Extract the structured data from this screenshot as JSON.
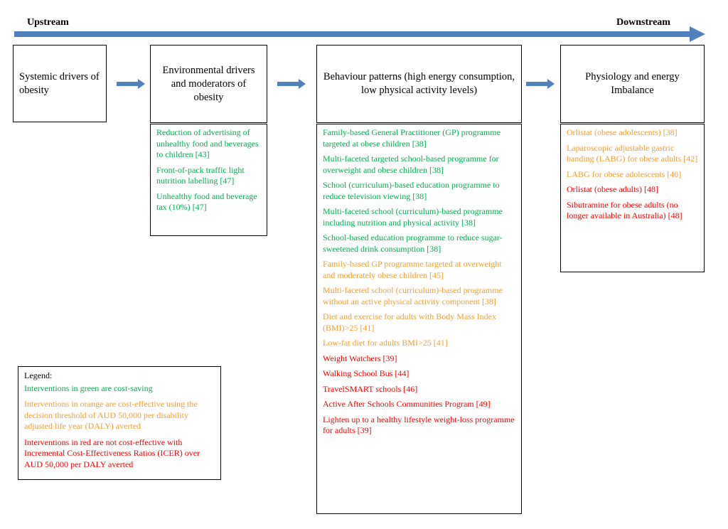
{
  "flow": {
    "upstream_label": "Upstream",
    "downstream_label": "Downstream"
  },
  "boxes": [
    {
      "heading": "Systemic drivers of obesity",
      "items": []
    },
    {
      "heading": "Environmental drivers and moderators of obesity",
      "items": [
        {
          "text": "Reduction of advertising of unhealthy food and beverages to children [43]",
          "color": "green"
        },
        {
          "text": "Front-of-pack traffic light nutrition labelling [47]",
          "color": "green"
        },
        {
          "text": "Unhealthy food and beverage tax (10%) [47]",
          "color": "green"
        }
      ]
    },
    {
      "heading": "Behaviour patterns (high energy consumption, low physical activity levels)",
      "items": [
        {
          "text": "Family-based General Practitioner (GP) programme targeted at obese children [38]",
          "color": "green"
        },
        {
          "text": "Multi-faceted targeted school-based programme for overweight and obese children [38]",
          "color": "green"
        },
        {
          "text": "School (curriculum)-based education programme to reduce television viewing [38]",
          "color": "green"
        },
        {
          "text": "Multi-faceted school (curriculum)-based programme including nutrition and physical activity [38]",
          "color": "green"
        },
        {
          "text": "School-based education programme to reduce sugar-sweetened drink consumption [38]",
          "color": "green"
        },
        {
          "text": "Family-based GP programme targeted at overweight and moderately obese children [45]",
          "color": "orange"
        },
        {
          "text": "Multi-faceted school (curriculum)-based programme without an active physical activity component [38]",
          "color": "orange"
        },
        {
          "text": "Diet and exercise for adults with Body Mass Index (BMI)>25 [41]",
          "color": "orange"
        },
        {
          "text": "Low-fat diet for adults BMI>25 [41]",
          "color": "orange"
        },
        {
          "text": "Weight Watchers [39]",
          "color": "red"
        },
        {
          "text": "Walking School Bus [44]",
          "color": "red"
        },
        {
          "text": "TravelSMART schools [46]",
          "color": "red"
        },
        {
          "text": "Active After Schools Communities Program [49]",
          "color": "red"
        },
        {
          "text": "Lighten up to a healthy lifestyle weight-loss programme for adults [39]",
          "color": "red"
        }
      ]
    },
    {
      "heading": "Physiology and energy Imbalance",
      "items": [
        {
          "text": "Orlistat (obese adolescents) [38]",
          "color": "orange"
        },
        {
          "text": "Laparoscopic adjustable gastric banding (LABG) for obese adults [42]",
          "color": "orange"
        },
        {
          "text": "LABG for obese adolescents [40]",
          "color": "orange"
        },
        {
          "text": "Orlistat (obese adults) [48]",
          "color": "red"
        },
        {
          "text": "Sibutramine for obese adults (no longer available in Australia) [48]",
          "color": "red"
        }
      ]
    }
  ],
  "legend": {
    "title": "Legend:",
    "green": "Interventions in green are cost-saving",
    "orange": "Interventions in orange are cost-effective using the decision threshold of AUD 50,000 per disability adjusted life year (DALY) averted",
    "red": "Interventions in red are not cost-effective with Incremental Cost-Effectiveness Ratios (ICER) over AUD 50,000 per DALY averted"
  },
  "colors": {
    "arrow": "#4f81bd",
    "green": "#00b050",
    "orange": "#f0a030",
    "red": "#ff0000"
  }
}
